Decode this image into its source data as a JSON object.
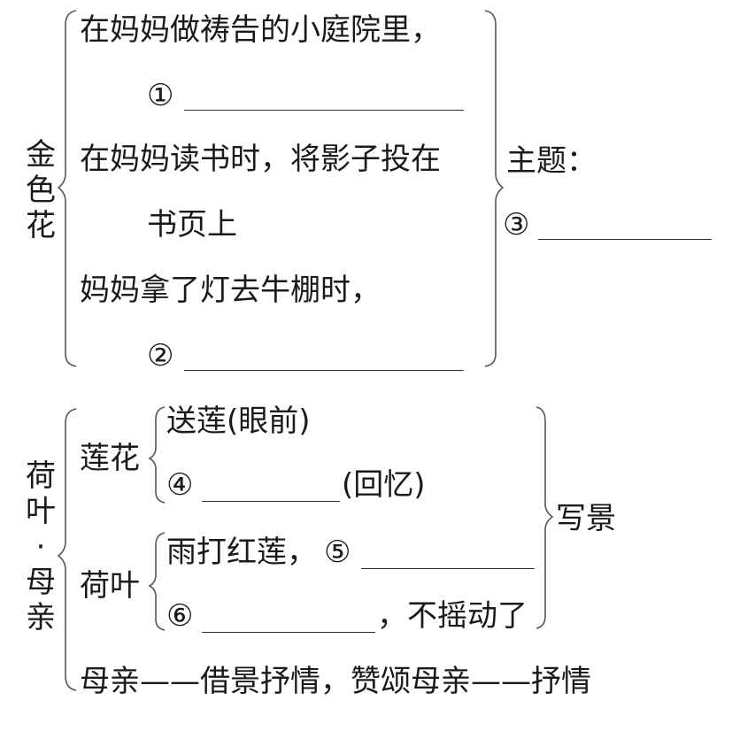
{
  "section1": {
    "title_chars": [
      "金",
      "色",
      "花"
    ],
    "line1": "在妈妈做祷告的小庭院里，",
    "blank1_label": "①",
    "line2": "在妈妈读书时，将影子投在",
    "line2b": "书页上",
    "line3": "妈妈拿了灯去牛棚时，",
    "blank2_label": "②",
    "theme_label": "主题：",
    "blank3_label": "③"
  },
  "section2": {
    "title_chars": [
      "荷",
      "叶",
      "·",
      "母",
      "亲"
    ],
    "lotus_label": "莲花",
    "lotus_item1": "送莲(眼前)",
    "blank4_label": "④",
    "recall_text": "(回忆)",
    "leaf_label": "荷叶",
    "leaf_item1": "雨打红莲，",
    "blank5_label": "⑤",
    "blank6_label": "⑥",
    "leaf_item2_suffix": "，不摇动了",
    "scenery_label": "写景",
    "mother_line": "母亲——借景抒情，赞颂母亲——抒情"
  }
}
